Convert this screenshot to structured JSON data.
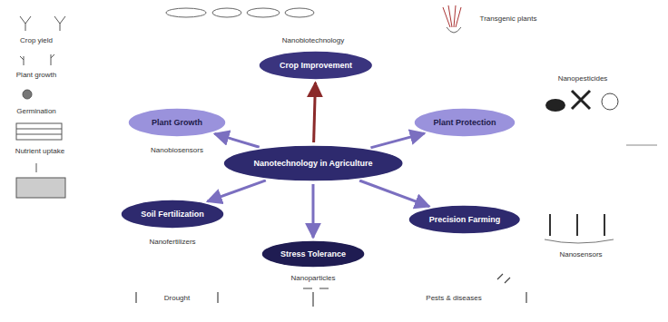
{
  "diagram": {
    "nodes": [
      {
        "text": [
          "Nanotechnology in Agriculture"
        ]
      },
      {
        "text": [
          "Crop Improvement"
        ]
      },
      {
        "text": [
          "Plant Growth"
        ]
      },
      {
        "text": [
          "Plant Protection"
        ]
      },
      {
        "text": [
          "Soil Fertilization"
        ]
      },
      {
        "text": [
          "Precision Farming"
        ]
      },
      {
        "text": [
          "Stress Tolerance"
        ]
      }
    ],
    "edges": [
      {
        "from": 0,
        "to": 1,
        "arrow": "to"
      },
      {
        "from": 0,
        "to": 2,
        "arrow": "to"
      },
      {
        "from": 0,
        "to": 3,
        "arrow": "to"
      },
      {
        "from": 0,
        "to": 4,
        "arrow": "to"
      },
      {
        "from": 0,
        "to": 5,
        "arrow": "to"
      },
      {
        "from": 0,
        "to": 6,
        "arrow": "to"
      }
    ],
    "labels": [
      "Nanobiotechnology",
      "Transgenic plants",
      "Nanobiosensors",
      "Nanopesticides",
      "Nanofertilizers",
      "Nanosensors",
      "Nanoparticles",
      "Crop yield",
      "Plant growth",
      "Germination",
      "Nutrient uptake",
      "Drought",
      "Pests & diseases"
    ]
  }
}
